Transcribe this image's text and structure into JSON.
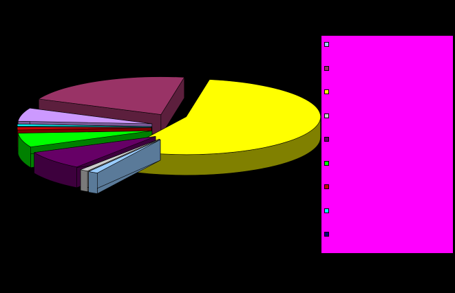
{
  "chart_data": {
    "type": "pie",
    "three_d": true,
    "exploded": true,
    "legend_position": "right",
    "slices": [
      {
        "label": "",
        "value": 55.0,
        "color": "#ffff00",
        "side": "#808000"
      },
      {
        "label": "",
        "value": 1.2,
        "color": "#99ccff",
        "side": "#5a7a99"
      },
      {
        "label": "",
        "value": 1.0,
        "color": "#cccccc",
        "side": "#7a7a7a"
      },
      {
        "label": "",
        "value": 8.0,
        "color": "#660066",
        "side": "#3d003d"
      },
      {
        "label": "",
        "value": 6.0,
        "color": "#00ff00",
        "side": "#008000"
      },
      {
        "label": "",
        "value": 1.3,
        "color": "#cc0000",
        "side": "#7a0000"
      },
      {
        "label": "",
        "value": 0.8,
        "color": "#00ffff",
        "side": "#009999"
      },
      {
        "label": "",
        "value": 5.7,
        "color": "#cc99ff",
        "side": "#7a5c99"
      },
      {
        "label": "",
        "value": 21.0,
        "color": "#993366",
        "side": "#5c1f3d"
      }
    ]
  },
  "legend": {
    "items": [
      {
        "text": "",
        "color": "#99ccff"
      },
      {
        "text": "",
        "color": "#993366"
      },
      {
        "text": "",
        "color": "#ffff00"
      },
      {
        "text": "",
        "color": "#cccccc"
      },
      {
        "text": "",
        "color": "#660066"
      },
      {
        "text": "",
        "color": "#00ff00"
      },
      {
        "text": "",
        "color": "#cc0000"
      },
      {
        "text": "",
        "color": "#00ffff"
      },
      {
        "text": "",
        "color": "#000080"
      }
    ]
  }
}
